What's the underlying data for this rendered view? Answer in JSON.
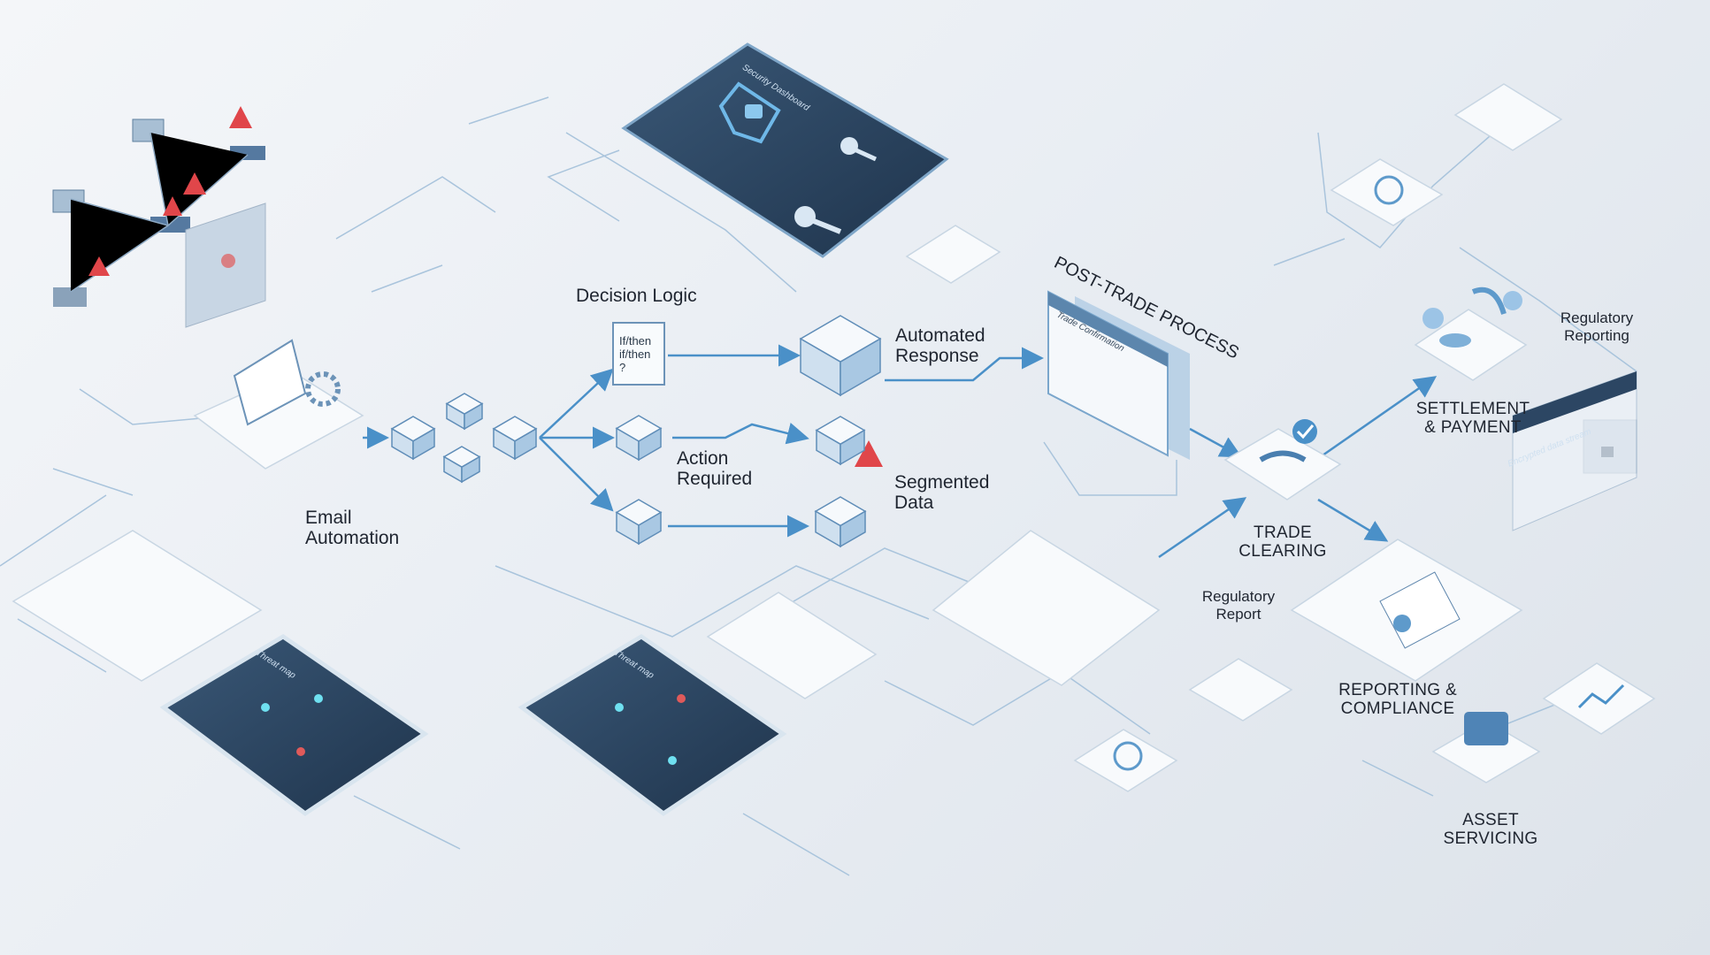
{
  "labels": {
    "decision_logic": "Decision Logic",
    "automated_response": [
      "Automated",
      "Response"
    ],
    "action_required": [
      "Action",
      "Required"
    ],
    "segmented_data": [
      "Segmented",
      "Data"
    ],
    "email_automation": [
      "Email",
      "Automation"
    ],
    "post_trade_process": "POST-TRADE PROCESS",
    "trade_clearing": [
      "TRADE",
      "CLEARING"
    ],
    "settlement_payment": [
      "SETTLEMENT",
      "& PAYMENT"
    ],
    "regulatory_reporting": [
      "Regulatory",
      "Reporting"
    ],
    "regulatory_report": [
      "Regulatory",
      "Report"
    ],
    "reporting_compliance": [
      "REPORTING &",
      "COMPLIANCE"
    ],
    "asset_servicing": [
      "ASSET",
      "SERVICING"
    ]
  },
  "decision_doc": [
    "If/then",
    "if/then",
    "?"
  ],
  "screens": {
    "security_dashboard": "Security Dashboard",
    "trade_confirmation": "Trade Confirmation",
    "encrypted_stream": "Encrypted data stream",
    "threat_map": "Threat map"
  },
  "colors": {
    "accent": "#4a90c8",
    "dark_panel": "#2c4663",
    "alert": "#e0464a",
    "line": "#8fb6d8"
  }
}
